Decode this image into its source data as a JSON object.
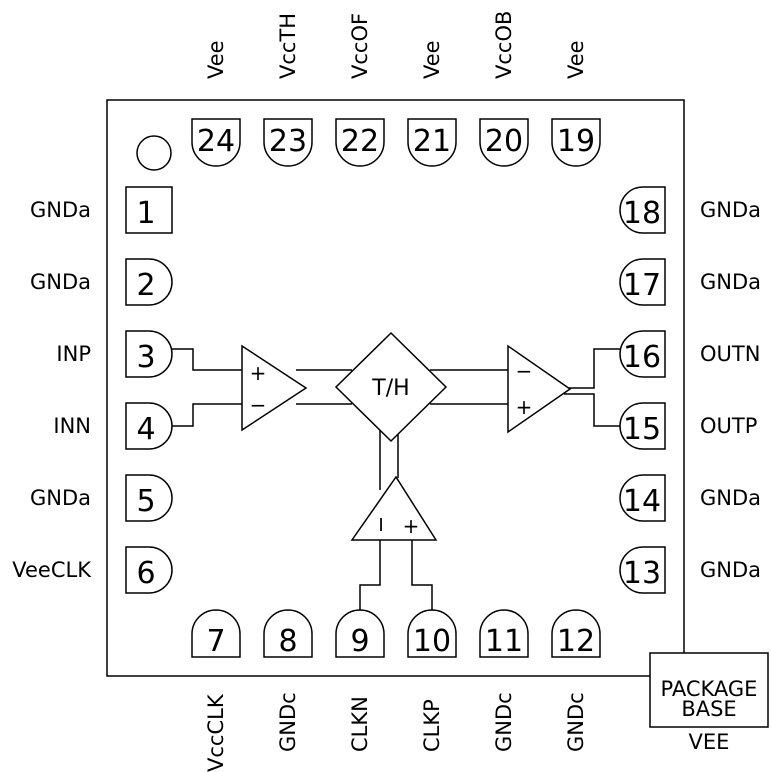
{
  "pins": {
    "p1": {
      "number": "1",
      "label": "GNDa"
    },
    "p2": {
      "number": "2",
      "label": "GNDa"
    },
    "p3": {
      "number": "3",
      "label": "INP"
    },
    "p4": {
      "number": "4",
      "label": "INN"
    },
    "p5": {
      "number": "5",
      "label": "GNDa"
    },
    "p6": {
      "number": "6",
      "label": "VeeCLK"
    },
    "p7": {
      "number": "7",
      "label": "VccCLK"
    },
    "p8": {
      "number": "8",
      "label": "GNDc"
    },
    "p9": {
      "number": "9",
      "label": "CLKN"
    },
    "p10": {
      "number": "10",
      "label": "CLKP"
    },
    "p11": {
      "number": "11",
      "label": "GNDc"
    },
    "p12": {
      "number": "12",
      "label": "GNDc"
    },
    "p13": {
      "number": "13",
      "label": "GNDa"
    },
    "p14": {
      "number": "14",
      "label": "GNDa"
    },
    "p15": {
      "number": "15",
      "label": "OUTP"
    },
    "p16": {
      "number": "16",
      "label": "OUTN"
    },
    "p17": {
      "number": "17",
      "label": "GNDa"
    },
    "p18": {
      "number": "18",
      "label": "GNDa"
    },
    "p19": {
      "number": "19",
      "label": "Vee"
    },
    "p20": {
      "number": "20",
      "label": "VccOB"
    },
    "p21": {
      "number": "21",
      "label": "Vee"
    },
    "p22": {
      "number": "22",
      "label": "VccOF"
    },
    "p23": {
      "number": "23",
      "label": "VccTH"
    },
    "p24": {
      "number": "24",
      "label": "Vee"
    }
  },
  "blocks": {
    "track_hold": "T/H",
    "input_amp": {
      "plus": "+",
      "minus": "−"
    },
    "output_amp": {
      "plus": "+",
      "minus": "−"
    },
    "clock_amp": {
      "minus": "I",
      "plus": "+"
    }
  },
  "package_base": {
    "line1": "PACKAGE",
    "line2": "BASE",
    "net": "VEE"
  }
}
